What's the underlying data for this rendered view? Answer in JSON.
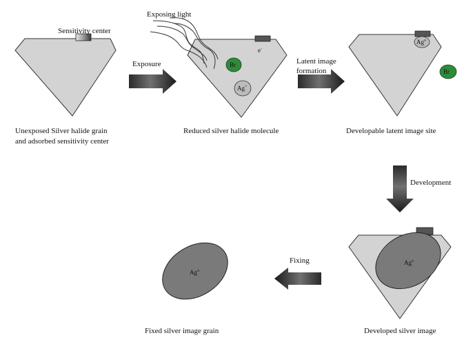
{
  "labels": {
    "sensitivity_center": "Sensitivity center",
    "exposing_light": "Exposing light",
    "exposure": "Exposure",
    "latent_image_formation_1": "Latent image",
    "latent_image_formation_2": "formation",
    "development": "Development",
    "fixing": "Fixing",
    "electron": "e",
    "electron_sup": "-"
  },
  "captions": {
    "unexposed_1": "Unexposed Silver halide grain",
    "unexposed_2": "and adsorbed sensitivity center",
    "reduced": "Reduced silver halide molecule",
    "latent_site": "Developable latent image site",
    "developed": "Developed silver image",
    "fixed": "Fixed silver image grain"
  },
  "chem": {
    "br": "Br",
    "ag": "Ag",
    "ag_sup_ion": "+",
    "ag_sup_metal": "o"
  },
  "colors": {
    "grain_fill": "#d3d3d3",
    "sensitivity_center": "#555555",
    "bromine": "#2e8b3a",
    "silver_ion": "#bcbcbc",
    "silver_metal": "#7a7a7a",
    "arrow_dark": "#1a1a1a"
  }
}
